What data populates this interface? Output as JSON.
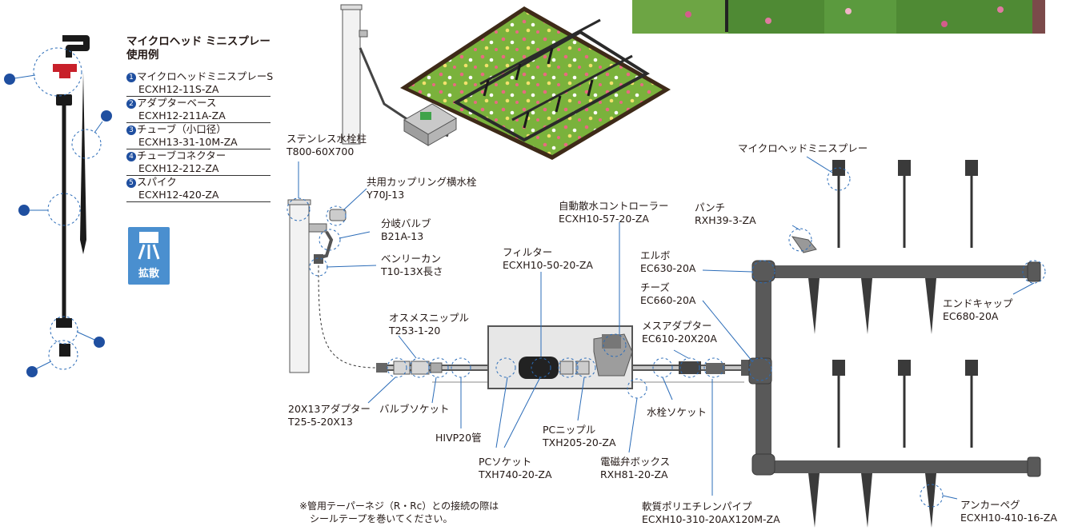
{
  "heading": {
    "line1": "マイクロヘッド ミニスプレー",
    "line2": "使用例"
  },
  "parts_list": [
    {
      "num": "1",
      "name": "マイクロヘッドミニスプレーS",
      "code": "ECXH12-11S-ZA"
    },
    {
      "num": "2",
      "name": "アダプターベース",
      "code": "ECXH12-211A-ZA"
    },
    {
      "num": "3",
      "name": "チューブ（小口径）",
      "code": "ECXH13-31-10M-ZA"
    },
    {
      "num": "4",
      "name": "チューブコネクター",
      "code": "ECXH12-212-ZA"
    },
    {
      "num": "5",
      "name": "スパイク",
      "code": "ECXH12-420-ZA"
    }
  ],
  "badge": {
    "label": "拡散",
    "icon": "sprinkler-spray-icon",
    "color": "#4a8fcf"
  },
  "callouts": {
    "stainless_post": {
      "name": "ステンレス水栓柱",
      "code": "T800-60X700"
    },
    "coupling_faucet": {
      "name": "共用カップリング横水栓",
      "code": "Y70J-13"
    },
    "branch_valve": {
      "name": "分岐バルブ",
      "code": "B21A-13"
    },
    "benry_can": {
      "name": "ベンリーカン",
      "code": "T10-13X長さ"
    },
    "male_female_nipple": {
      "name": "オスメスニップル",
      "code": "T253-1-20"
    },
    "adapter_20x13": {
      "name": "20X13アダプター",
      "code": "T25-5-20X13"
    },
    "valve_socket": {
      "name": "バルブソケット"
    },
    "hivp_pipe": {
      "name": "HIVP20管"
    },
    "pc_socket": {
      "name": "PCソケット",
      "code": "TXH740-20-ZA"
    },
    "filter": {
      "name": "フィルター",
      "code": "ECXH10-50-20-ZA"
    },
    "pc_nipple": {
      "name": "PCニップル",
      "code": "TXH205-20-ZA"
    },
    "controller": {
      "name": "自動散水コントローラー",
      "code": "ECXH10-57-20-ZA"
    },
    "solenoid_box": {
      "name": "電磁弁ボックス",
      "code": "RXH81-20-ZA"
    },
    "female_adapter": {
      "name": "メスアダプター",
      "code": "EC610-20X20A"
    },
    "faucet_socket": {
      "name": "水栓ソケット"
    },
    "pe_pipe": {
      "name": "軟質ポリエチレンパイプ",
      "code": "ECXH10-310-20AX120M-ZA"
    },
    "punch": {
      "name": "パンチ",
      "code": "RXH39-3-ZA"
    },
    "micro_head": {
      "name": "マイクロヘッドミニスプレー"
    },
    "elbow": {
      "name": "エルボ",
      "code": "EC630-20A"
    },
    "tees": {
      "name": "チーズ",
      "code": "EC660-20A"
    },
    "end_cap": {
      "name": "エンドキャップ",
      "code": "EC680-20A"
    },
    "anchor_peg": {
      "name": "アンカーペグ",
      "code": "ECXH10-410-16-ZA"
    }
  },
  "note": {
    "line1": "※管用テーパーネジ（R・Rc）との接続の際は",
    "line2": "シールテープを巻いてください。"
  },
  "colors": {
    "number_badge": "#1f4fa0",
    "lawn": "#7ab23c",
    "pipe": "#4a4a4a",
    "callout_circle": "#2b6cb8"
  }
}
